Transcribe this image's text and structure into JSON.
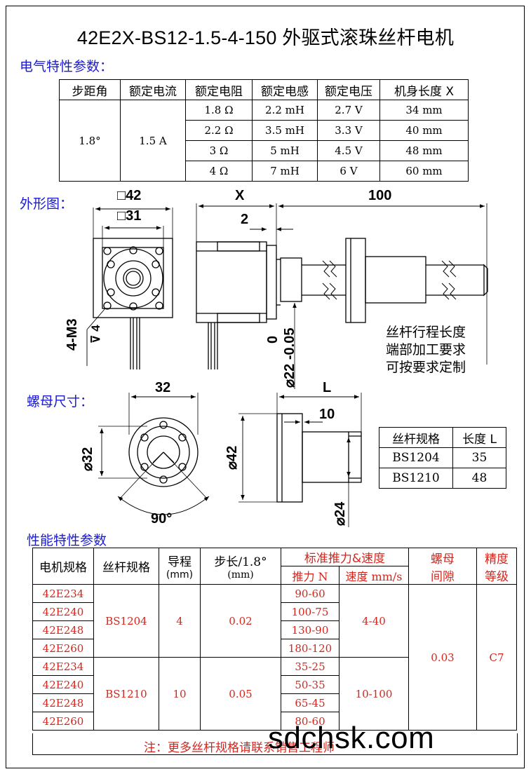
{
  "title": "42E2X-BS12-1.5-4-150 外驱式滚珠丝杆电机",
  "sections": {
    "electrical": "电气特性参数：",
    "outline": "外形图：",
    "nut": "螺母尺寸：",
    "performance": "性能特性参数"
  },
  "electrical_table": {
    "headers": [
      "步距角",
      "额定电流",
      "额定电阻",
      "额定电感",
      "额定电压",
      "机身长度 X"
    ],
    "step_angle": "1.8°",
    "current": "1.5 A",
    "rows": [
      {
        "resistance": "1.8 Ω",
        "inductance": "2.2 mH",
        "voltage": "2.7 V",
        "length": "34 mm"
      },
      {
        "resistance": "2.2 Ω",
        "inductance": "3.5 mH",
        "voltage": "3.3 V",
        "length": "40 mm"
      },
      {
        "resistance": "3 Ω",
        "inductance": "5 mH",
        "voltage": "4.5 V",
        "length": "48 mm"
      },
      {
        "resistance": "4 Ω",
        "inductance": "7 mH",
        "voltage": "6 V",
        "length": "60 mm"
      }
    ]
  },
  "outline_dims": {
    "sq42": "42",
    "sq31": "31",
    "x": "X",
    "two": "2",
    "hundred": "100",
    "m3": "4-M3",
    "m3_depth": "4",
    "shaft_tol_upper": "0",
    "shaft_dia": "22",
    "shaft_tol_lower": "-0.05",
    "note_lines": [
      "丝杆行程长度",
      "端部加工要求",
      "可按要求定制"
    ]
  },
  "nut_dims": {
    "w32": "32",
    "d32": "32",
    "angle": "90°",
    "L": "L",
    "ten": "10",
    "d42": "42",
    "d24": "24"
  },
  "nut_table": {
    "headers": [
      "丝杆规格",
      "长度 L"
    ],
    "rows": [
      {
        "spec": "BS1204",
        "length": "35"
      },
      {
        "spec": "BS1210",
        "length": "48"
      }
    ]
  },
  "performance_table": {
    "headers": {
      "motor": "电机规格",
      "screw": "丝杆规格",
      "lead": "导程",
      "lead_unit": "(mm)",
      "step": "步长/1.8°",
      "step_unit": "(mm)",
      "thrust_speed": "标准推力&速度",
      "thrust": "推力 N",
      "speed": "速度 mm/s",
      "backlash1": "螺母",
      "backlash2": "间隙",
      "grade1": "精度",
      "grade2": "等级"
    },
    "groups": [
      {
        "screw": "BS1204",
        "lead": "4",
        "step": "0.02",
        "speed": "4-40",
        "motors": [
          "42E234",
          "42E240",
          "42E248",
          "42E260"
        ],
        "thrust": [
          "90-60",
          "100-75",
          "130-90",
          "180-120"
        ]
      },
      {
        "screw": "BS1210",
        "lead": "10",
        "step": "0.05",
        "speed": "10-100",
        "motors": [
          "42E234",
          "42E240",
          "42E248",
          "42E260"
        ],
        "thrust": [
          "35-25",
          "50-35",
          "65-45",
          "80-60"
        ]
      }
    ],
    "backlash": "0.03",
    "grade": "C7"
  },
  "note": "注：更多丝杆规格请联系销售工程师",
  "watermark": "sdchsk.com",
  "colors": {
    "section": "#1a1ad4",
    "accent_red": "#d4261d"
  }
}
